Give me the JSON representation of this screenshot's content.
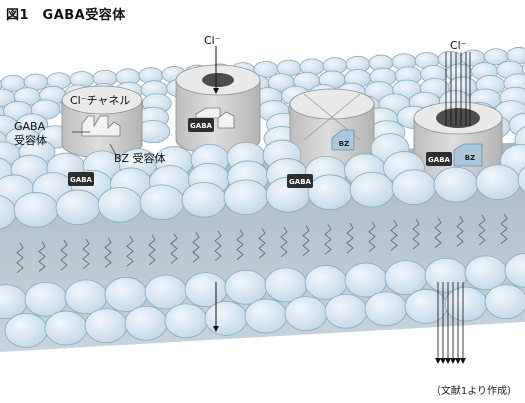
{
  "figure": {
    "title": "図1　GABA受容体",
    "source_note": "（文献1より作成）"
  },
  "labels": {
    "cl_channel": "Cl⁻チャネル",
    "gaba_receptor_line1": "GABA",
    "gaba_receptor_line2": "受容体",
    "bz_receptor": "BZ 受容体",
    "cl_ion_1": "Cl⁻",
    "cl_ion_2": "Cl⁻",
    "gaba_molecule": "GABA",
    "bz_molecule": "BZ"
  },
  "colors": {
    "lipid_head": "#d3e4ef",
    "lipid_head_stroke": "#8aa9bd",
    "membrane_core": "#b9c8d1",
    "channel_body": "#cfcfcf",
    "channel_top": "#e8e8e8",
    "pore": "#4d4d4d",
    "gaba_molecule": "#2e2e2e",
    "bz_molecule": "#a9c8dc"
  }
}
